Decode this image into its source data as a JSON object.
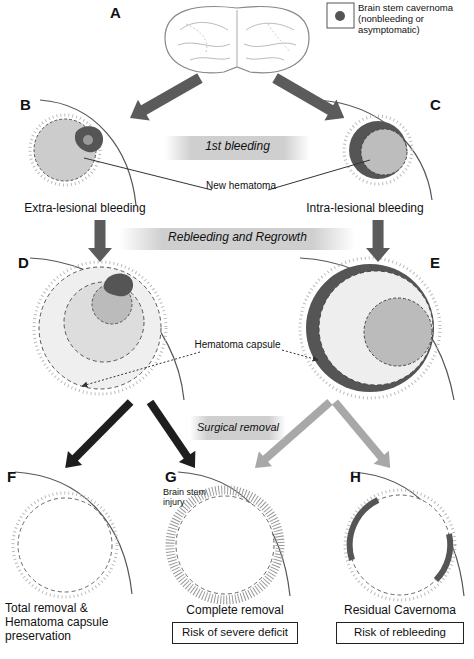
{
  "diagram": {
    "nodes": [
      {
        "text": [
          "A",
          "Brain stem cavernoma (nonbleeding or asymptomatic)"
        ]
      },
      {
        "text": [
          "1st bleeding"
        ]
      },
      {
        "text": [
          "B",
          "Extra-lesional bleeding"
        ]
      },
      {
        "text": [
          "C",
          "Intra-lesional bleeding"
        ]
      },
      {
        "text": [
          "Rebleeding and Regrowth"
        ]
      },
      {
        "text": [
          "D"
        ]
      },
      {
        "text": [
          "E"
        ]
      },
      {
        "text": [
          "Surgical removal"
        ]
      },
      {
        "text": [
          "F",
          "Total removal & Hematoma capsule preservation"
        ]
      },
      {
        "text": [
          "G",
          "Complete removal"
        ]
      },
      {
        "text": [
          "Risk of severe deficit"
        ],
        "in": 9
      },
      {
        "text": [
          "H",
          "Residual Cavernoma"
        ]
      },
      {
        "text": [
          "Risk of rebleeding"
        ],
        "in": 11
      }
    ],
    "edges": [
      {
        "from": 0,
        "to": 2,
        "arrow": "to"
      },
      {
        "from": 0,
        "to": 3,
        "arrow": "to"
      },
      {
        "from": 2,
        "to": 5,
        "arrow": "to"
      },
      {
        "from": 3,
        "to": 6,
        "arrow": "to"
      },
      {
        "from": 5,
        "to": 8,
        "arrow": "to"
      },
      {
        "from": 5,
        "to": 9,
        "arrow": "to"
      },
      {
        "from": 6,
        "to": 9,
        "arrow": "to"
      },
      {
        "from": 6,
        "to": 11,
        "arrow": "to"
      }
    ],
    "labels": [
      "New hematoma",
      "Hematoma capsule",
      "Brain stem injury"
    ]
  }
}
